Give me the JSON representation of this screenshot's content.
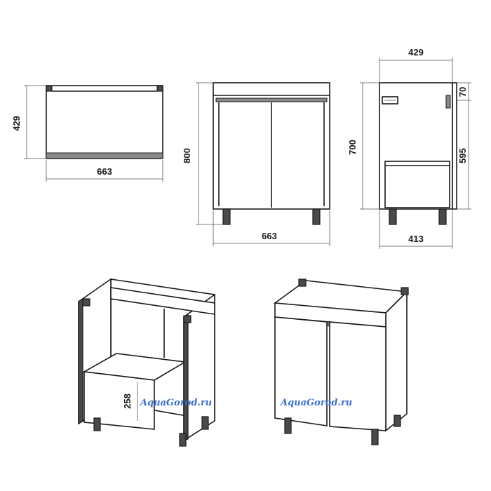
{
  "dimensions": {
    "top_view_depth": "429",
    "top_view_width": "663",
    "front_height": "800",
    "front_width": "663",
    "side_top_depth": "429",
    "side_height": "700",
    "side_top_gap": "70",
    "side_lower": "595",
    "side_bottom_depth": "413",
    "shelf_height": "258"
  },
  "watermarks": {
    "left": "AquaGorod.ru",
    "right": "AquaGorod.ru"
  },
  "colors": {
    "line": "#1a1a1a",
    "watermark": "#3b6fd0"
  }
}
